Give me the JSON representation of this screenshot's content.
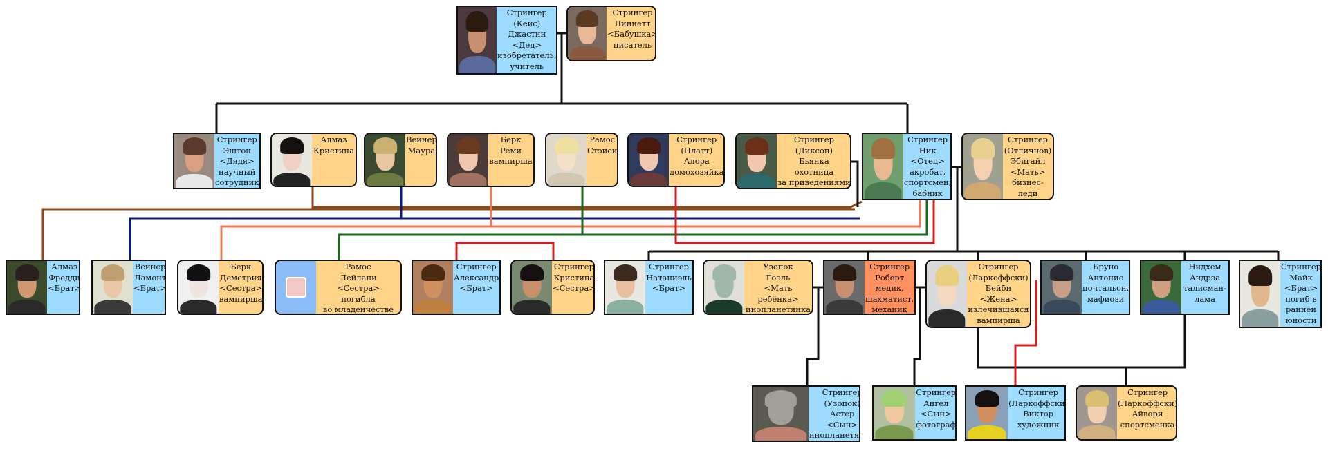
{
  "title": "",
  "colors": {
    "male_card": "#9ddcff",
    "female_card": "#ffd488",
    "highlight_card": "#ff9060",
    "line_main": "#111111",
    "line_brown": "#8a4a1c",
    "line_navy": "#0a1a78",
    "line_salmon": "#ee7a5a",
    "line_green": "#1a6a1a",
    "line_red": "#d42020"
  },
  "people": {
    "justin": {
      "lines": [
        "Стрингер",
        "(Кейс)",
        "Джастин",
        "<Дед>",
        "изобретатель,",
        "учитель"
      ]
    },
    "linnett": {
      "lines": [
        "Стрингер",
        "Линнетт",
        "<Бабушка>",
        "писатель"
      ]
    },
    "ashton": {
      "lines": [
        "Стрингер",
        "Эштон",
        "<Дядя>",
        "научный",
        "сотрудник"
      ]
    },
    "kristina_a": {
      "lines": [
        "Алмаз",
        "Кристина"
      ]
    },
    "maura": {
      "lines": [
        "Вейнер",
        "Маура"
      ]
    },
    "remi": {
      "lines": [
        "Берк",
        "Реми",
        "вампирша"
      ]
    },
    "stacy": {
      "lines": [
        "Рамос",
        "Стэйси"
      ]
    },
    "alora": {
      "lines": [
        "Стрингер",
        "(Платт)",
        "Алора",
        "домохозяйка"
      ]
    },
    "bianca": {
      "lines": [
        "Стрингер",
        "(Диксон)",
        "Бьянка",
        "охотница",
        "за приведениями"
      ]
    },
    "nick": {
      "lines": [
        "Стрингер",
        "Ник",
        "<Отец>",
        "акробат,",
        "спортсмен,",
        "бабник"
      ]
    },
    "abigail": {
      "lines": [
        "Стрингер",
        "(Отличнов)",
        "Эбигайл",
        "<Мать>",
        "бизнес-",
        "леди"
      ]
    },
    "freddy": {
      "lines": [
        "Алмаз",
        "Фредди",
        "<Брат>"
      ]
    },
    "lamont": {
      "lines": [
        "Вейнер",
        "Ламонт",
        "<Брат>"
      ]
    },
    "demetria": {
      "lines": [
        "Берк",
        "Деметрия",
        "<Сестра>",
        "вампирша"
      ]
    },
    "leilani": {
      "lines": [
        "Рамос",
        "Лейлани",
        "<Сестра>",
        "погибла",
        "во младенчестве"
      ]
    },
    "alexander": {
      "lines": [
        "Стрингер",
        "Александр",
        "<Брат>"
      ]
    },
    "kristina_s": {
      "lines": [
        "Стрингер",
        "Кристина",
        "<Сестра>"
      ]
    },
    "nathaniel": {
      "lines": [
        "Стрингер",
        "Натаниэль",
        "<Брат>"
      ]
    },
    "goel": {
      "lines": [
        "Узопок",
        "Гоэль",
        "<Мать",
        "ребёнка>",
        "инопланетянка"
      ]
    },
    "robert": {
      "lines": [
        "Стрингер",
        "Роберт",
        "медик,",
        "шахматист,",
        "механик"
      ]
    },
    "baby": {
      "lines": [
        "Стрингер",
        "(Ларкоффски)",
        "Бейби",
        "<Жена>",
        "излечившаяся",
        "вампирша"
      ]
    },
    "bruno": {
      "lines": [
        "Бруно",
        "Антонио",
        "почтальон,",
        "мафиози"
      ]
    },
    "nidhem": {
      "lines": [
        "Нидхем",
        "Андрэа",
        "талисман-",
        "лама"
      ]
    },
    "mike": {
      "lines": [
        "Стрингер",
        "Майк",
        "<Брат>",
        "погиб в",
        "ранней",
        "юности"
      ]
    },
    "aster": {
      "lines": [
        "Стрингер",
        "(Узопок)",
        "Астер",
        "<Сын>",
        "инопланетянин"
      ]
    },
    "angel": {
      "lines": [
        "Стрингер",
        "Ангел",
        "<Сын>",
        "фотограф"
      ]
    },
    "victor": {
      "lines": [
        "Стрингер",
        "(Ларкоффски)",
        "Виктор",
        "художник"
      ]
    },
    "ivory": {
      "lines": [
        "Стрингер",
        "(Ларкоффски)",
        "Айвори",
        "спортсменка"
      ]
    }
  }
}
